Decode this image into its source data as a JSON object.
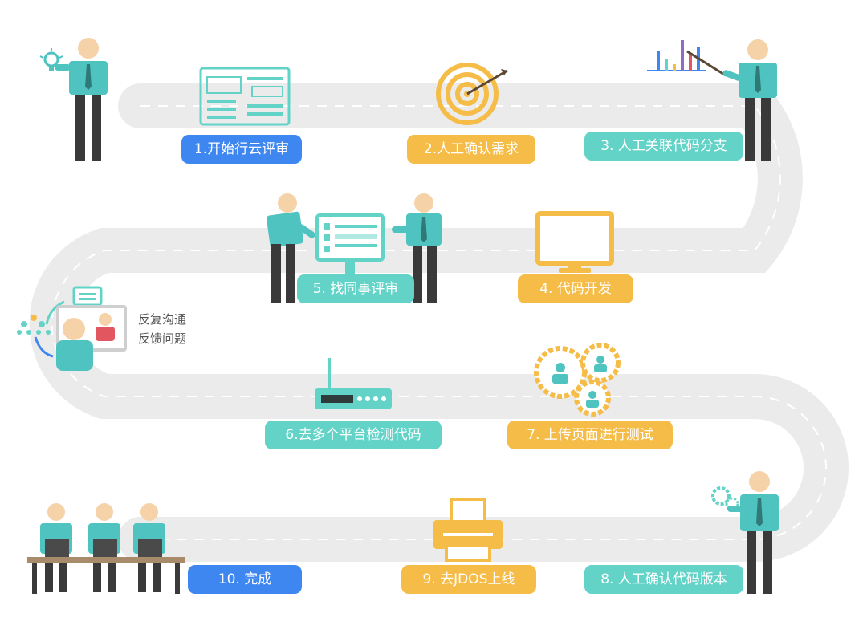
{
  "steps": [
    {
      "id": 1,
      "label": "1.开始行云评审",
      "color": "blue"
    },
    {
      "id": 2,
      "label": "2.人工确认需求",
      "color": "yellow"
    },
    {
      "id": 3,
      "label": "3. 人工关联代码分支",
      "color": "teal"
    },
    {
      "id": 4,
      "label": "4. 代码开发",
      "color": "yellow"
    },
    {
      "id": 5,
      "label": "5. 找同事评审",
      "color": "teal"
    },
    {
      "id": 6,
      "label": "6.去多个平台检测代码",
      "color": "teal"
    },
    {
      "id": 7,
      "label": "7. 上传页面进行测试",
      "color": "yellow"
    },
    {
      "id": 8,
      "label": "8. 人工确认代码版本",
      "color": "teal"
    },
    {
      "id": 9,
      "label": "9. 去JDOS上线",
      "color": "yellow"
    },
    {
      "id": 10,
      "label": "10. 完成",
      "color": "blue"
    }
  ],
  "side_note": {
    "line1": "反复沟通",
    "line2": "反馈问题"
  },
  "colors": {
    "road": "#ebebeb",
    "teal": "#63d3c8",
    "yellow": "#f5bc48",
    "blue": "#3f87f0",
    "shirt": "#4fc3c0",
    "pants": "#3a3a3a",
    "skin": "#f6d2a8"
  },
  "icons": [
    "lightbulb-icon",
    "document-icon",
    "target-icon",
    "chart-icon",
    "monitor-icon",
    "router-icon",
    "gears-team-icon",
    "printer-icon",
    "laptop-icon",
    "chat-icon",
    "gear-icon"
  ]
}
